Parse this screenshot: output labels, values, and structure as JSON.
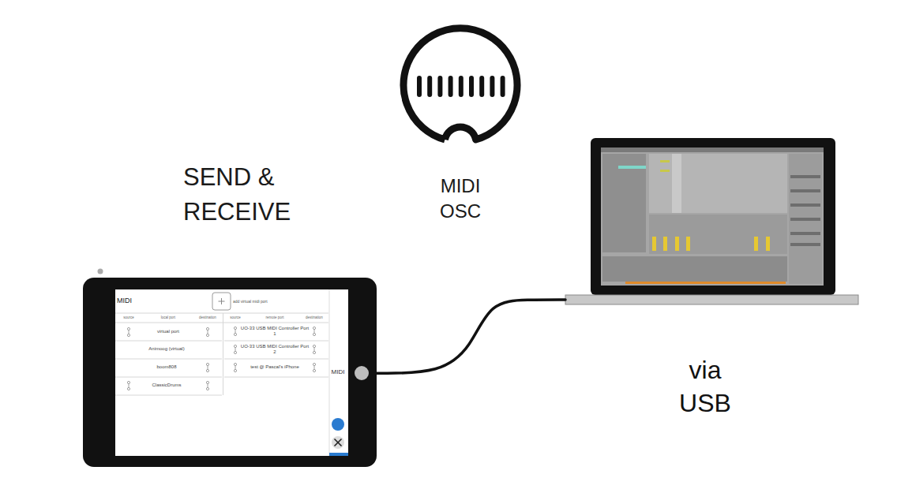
{
  "diagram": {
    "nodes": [
      {
        "text": [
          "MIDI",
          "add virtual midi port",
          "source",
          "local port",
          "destination",
          "source",
          "remote port",
          "destination",
          "virtual port",
          "Animoog (virtual)",
          "boom808",
          "ClassicDrums",
          "UO-33 USB MIDI Controller Port 1",
          "UO-33 USB MIDI Controller Port 2",
          "test @ Pascal's iPhone",
          "MIDI"
        ]
      },
      {
        "text": [
          "via USB"
        ]
      }
    ],
    "edges": [
      {
        "from": 0,
        "to": 1,
        "arrow": "none"
      }
    ],
    "labels": [
      "SEND & RECEIVE",
      "MIDI OSC"
    ]
  }
}
